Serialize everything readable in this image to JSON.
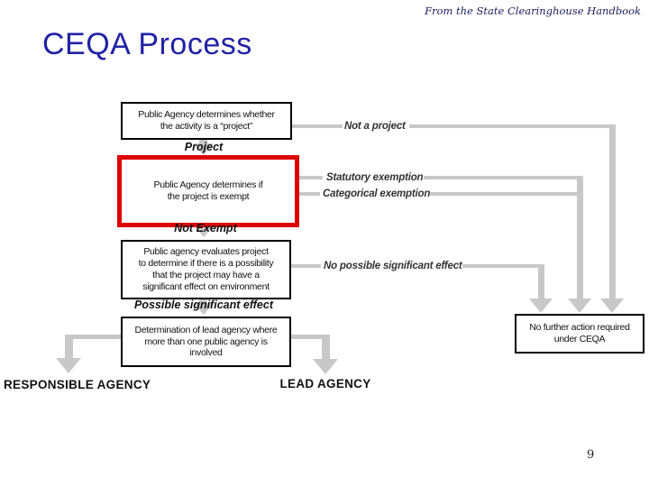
{
  "slide": {
    "header_note": "From the State Clearinghouse Handbook",
    "title": "CEQA Process",
    "page_number": "9"
  },
  "colors": {
    "title_blue": "#2222a6",
    "header_navy": "#1c1c5e",
    "highlight_red": "#dd0000",
    "connector_gray": "#c8c8c8"
  },
  "flowchart": {
    "boxes": [
      {
        "name": "project-determination",
        "highlighted": false,
        "text": "Public Agency determines whether\nthe activity is a “project”"
      },
      {
        "name": "exemption-determination",
        "highlighted": true,
        "text": "Public Agency determines if\nthe project is exempt"
      },
      {
        "name": "significance-evaluation",
        "highlighted": false,
        "text": "Public agency evaluates project\nto determine if there is a possibility\nthat the project may have a\nsignificant effect on environment"
      },
      {
        "name": "lead-agency-determination",
        "highlighted": false,
        "text": "Determination of lead agency where\nmore than one public agency is\ninvolved"
      },
      {
        "name": "no-further-action",
        "highlighted": false,
        "text": "No further action required\nunder CEQA"
      }
    ],
    "edge_labels": {
      "project": "Project",
      "not_exempt": "Not Exempt",
      "possible_significant_effect": "Possible significant effect",
      "not_a_project": "Not a project",
      "statutory_exemption": "Statutory exemption",
      "categorical_exemption": "Categorical exemption",
      "no_possible_significant_effect": "No possible significant effect"
    },
    "outcome_labels": {
      "responsible_agency": "RESPONSIBLE AGENCY",
      "lead_agency": "LEAD AGENCY"
    }
  }
}
